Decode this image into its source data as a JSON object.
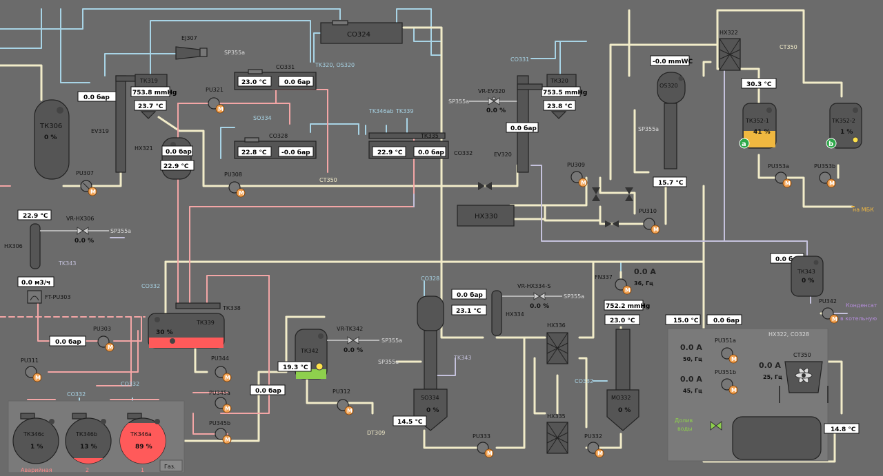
{
  "colors": {
    "cream": "#f2ecc9",
    "blue": "#a8d4e6",
    "pink": "#f4a6a6",
    "lav": "#c5c2dd",
    "orange": "#f0b840",
    "green": "#8ed04d",
    "red": "#ff5a5a",
    "accent": "#f4a53a"
  },
  "labels": {
    "tk306": "ТК306",
    "tk306_pct": "0 %",
    "pu307": "PU307",
    "ev319": "EV319",
    "tk319": "ТК319",
    "hx321": "HX321",
    "ej307": "EJ307",
    "sp355a_ej": "SP355a",
    "pu321": "PU321",
    "co331": "CO331",
    "tk320_os320": "TK320, OS320",
    "so334_tag": "SO334",
    "co328": "CO328",
    "ct350_tag1": "CT350",
    "pu308": "PU308",
    "co324": "CO324",
    "tk346ab": "TK346ab",
    "tk339_tag": "TK339",
    "tk335": "ТК335",
    "co332": "CO332",
    "co331_tag": "CO331",
    "tk320": "ТК320",
    "vr_ev320": "VR-EV320",
    "sp355a_ev": "SP355a",
    "ev320": "EV320",
    "pu309": "PU309",
    "hx330": "HX330",
    "os320": "OS320",
    "sp355a_os": "SP355a",
    "pu310": "PU310",
    "hx322": "HX322",
    "ct350_tag2": "CT350",
    "tk352_1": "ТК352-1",
    "tk352_1_pct": "41 %",
    "tk352_2": "ТК352-2",
    "tk352_2_pct": "1 %",
    "pu353a": "PU353a",
    "pu353b": "PU353b",
    "na_mbk": "на МБК",
    "hx306": "HX306",
    "vr_hx306": "VR-HX306",
    "sp355a_hx": "SP355a",
    "tk343_tag": "TK343",
    "ft_pu303": "FT-PU303",
    "pu303": "PU303",
    "pu311": "PU311",
    "co332_tag1": "CO332",
    "tk339": "ТК339",
    "tk339_pct": "30 %",
    "tk338": "ТК338",
    "pu344": "PU344",
    "pu345a": "PU345a",
    "pu345b": "PU345b",
    "co332_tag2": "CO332",
    "co332_tag3": "CO332",
    "tk346c": "ТК346c",
    "tk346c_pct": "1 %",
    "tk346b": "ТК346b",
    "tk346b_pct": "13 %",
    "tk346a": "ТК346a",
    "tk346a_pct": "89 %",
    "avar": "Аварийная",
    "num2": "2",
    "num1": "1",
    "gaz": "Газ.",
    "tk342": "ТК342",
    "vr_tk342": "VR-TK342",
    "sp355a_tk": "SP355a",
    "pu312": "PU312",
    "dt309": "DT309",
    "co328_tag": "CO328",
    "vr_hx334": "VR-HX334-S",
    "sp355a_hx334": "SP355a",
    "hx334": "HX334",
    "sp355a_so": "SP355a",
    "tk343_tag2": "TK343",
    "so334": "SO334",
    "so334_pct": "0 %",
    "pu333": "PU333",
    "hx336": "HX336",
    "hx335": "HX335",
    "fn337": "FN337",
    "fn337_a": "0.0 A",
    "fn337_hz": "36, Гц",
    "co332_tag4": "CO332",
    "mo332": "MO332",
    "mo332_pct": "0 %",
    "pu332": "PU332",
    "tk343": "ТК343",
    "tk343_pct": "0 %",
    "pu342": "PU342",
    "kond1": "Конденсат",
    "kond2": "в котельную",
    "pu351a": "PU351a",
    "pu351a_a": "0.0 A",
    "pu351a_hz": "50, Гц",
    "pu351b": "PU351b",
    "pu351b_a": "0.0 A",
    "pu351b_hz": "45, Гц",
    "hx322_co328": "HX322, CO328",
    "ct350": "CT350",
    "ct350_a": "0.0 A",
    "ct350_hz": "25, Гц",
    "dolive1": "Долив",
    "dolive2": "воды",
    "motor": "M",
    "ct350_sp_a": "a",
    "ct350_sp_b": "b",
    "vr_ev320_pct": "0.0 %",
    "vr_hx306_pct": "0.0 %",
    "vr_tk342_pct": "0.0 %",
    "vr_hx334_pct": "0.0 %"
  },
  "values": {
    "tk306_p": "0.0 бар",
    "tk319_p": "753.8 mmHg",
    "tk319_t": "23.7 °C",
    "hx321_p": "0.0 бар",
    "hx321_t": "22.9 °C",
    "co331_t": "23.0 °C",
    "co331_p": "0.0 бар",
    "co328_t": "22.8 °C",
    "co328_p": "-0.0 бар",
    "tk335_t": "22.9 °C",
    "tk335_p": "0.0 бар",
    "tk320_p": "753.5 mmHg",
    "tk320_t": "23.8 °C",
    "ev320_p": "0.0 бар",
    "os320_p": "-0.0 mmWC",
    "os320_t": "15.7 °C",
    "hx322_t": "30.3 °C",
    "hx306_t": "22.9 °C",
    "hx306_f": "0.0 м3/ч",
    "pu303_p": "0.0 бар",
    "pu345_p": "0.0 бар",
    "tk342_t": "19.3 °C",
    "hx334_p": "0.0 бар",
    "hx334_t": "23.1 °C",
    "so334_t": "14.5 °C",
    "fn337_p": "752.2 mmHg",
    "mo332_t": "23.0 °C",
    "tk343_p": "0.0 бар",
    "ct350_t1": "15.0 °C",
    "ct350_p": "0.0 бар",
    "ct350_t2": "14.8 °C"
  },
  "levels": {
    "tk306": 0,
    "tk352_1": 0.41,
    "tk352_2": 0.01,
    "tk339": 0.3,
    "tk346c": 0.01,
    "tk346b": 0.13,
    "tk346a": 0.89,
    "tk342": 0.19
  }
}
